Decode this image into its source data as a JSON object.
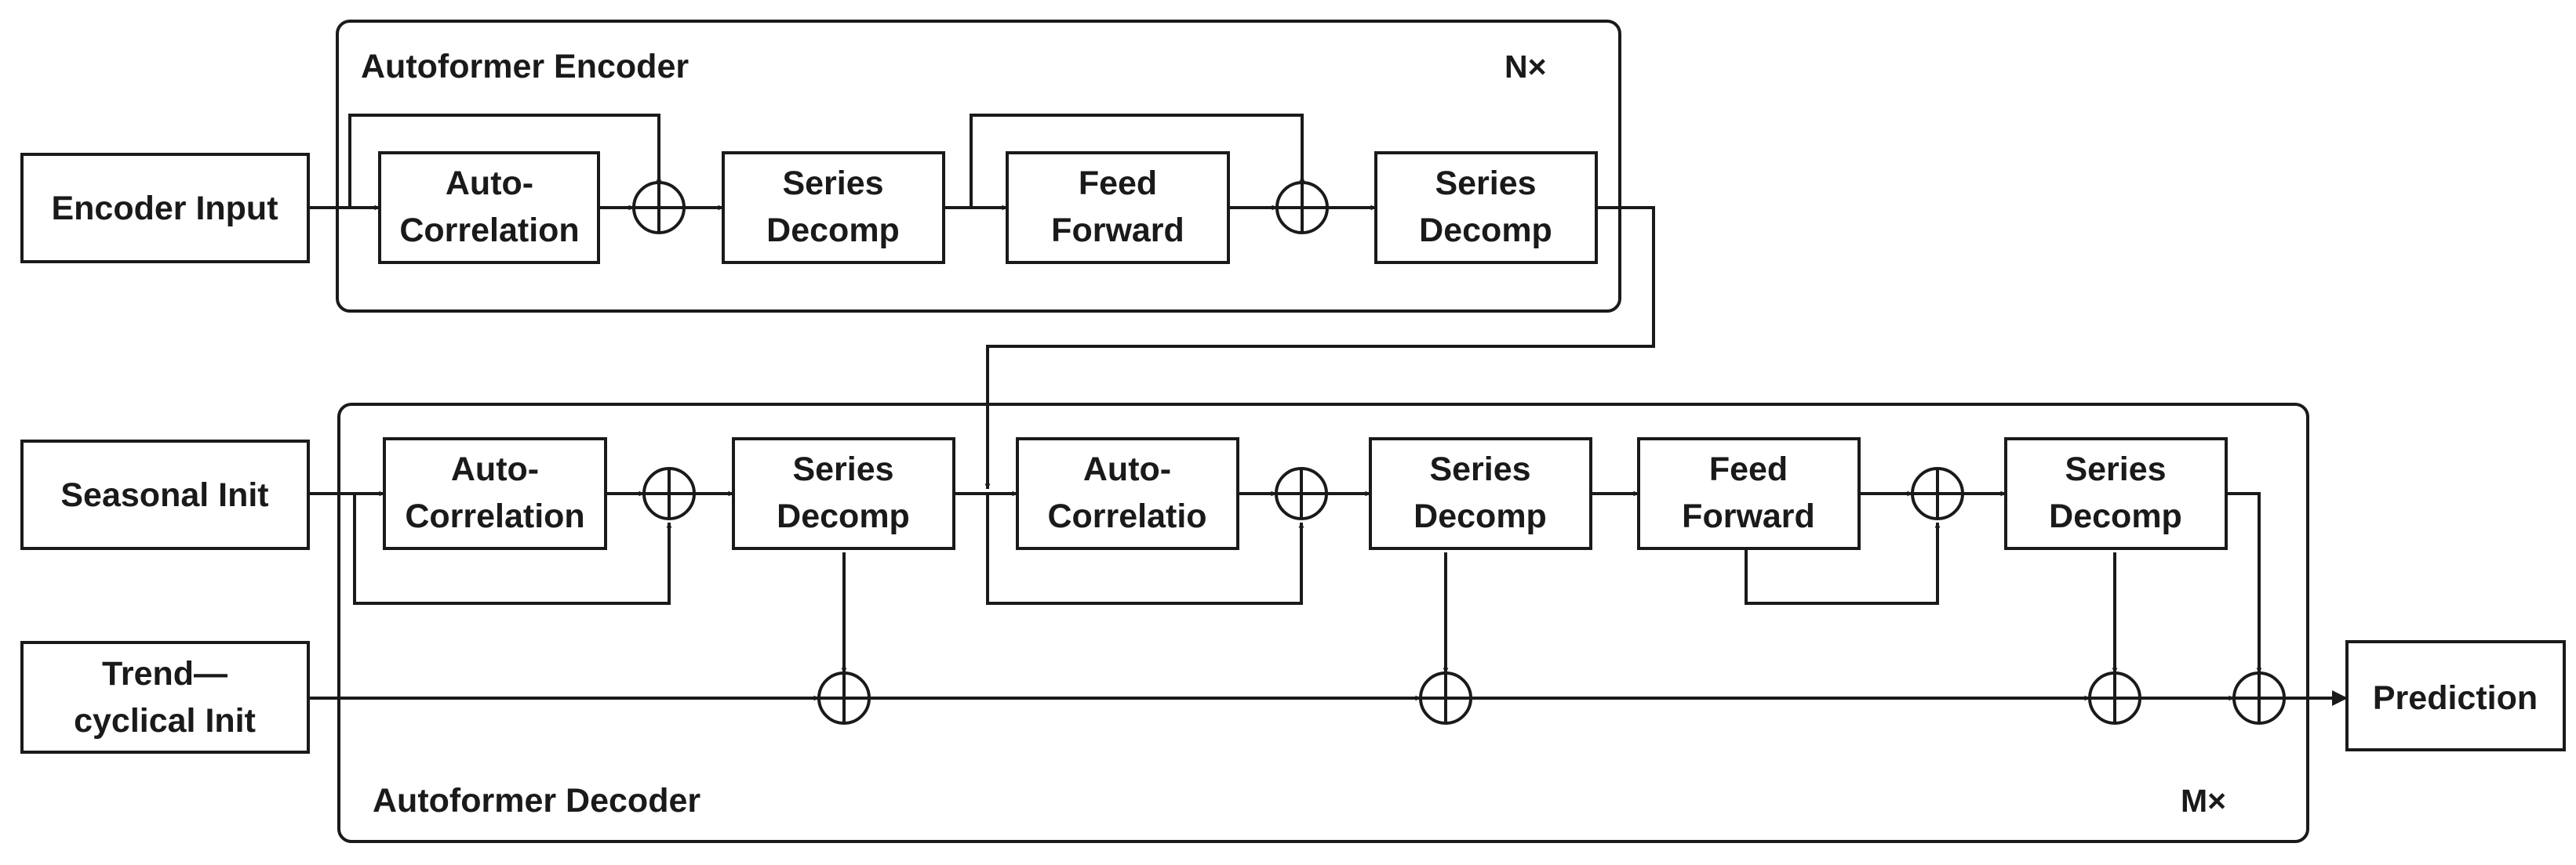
{
  "encoder": {
    "title": "Autoformer Encoder",
    "repeat": "N×",
    "input": "Encoder Input",
    "auto_correlation": [
      "Auto-",
      "Correlation"
    ],
    "series_decomp_1": [
      "Series",
      "Decomp"
    ],
    "feed_forward": [
      "Feed",
      "Forward"
    ],
    "series_decomp_2": [
      "Series",
      "Decomp"
    ]
  },
  "decoder": {
    "title": "Autoformer Decoder",
    "repeat": "M×",
    "seasonal_init": "Seasonal Init",
    "trend_init": [
      "Trend—",
      "cyclical Init"
    ],
    "auto_correlation_1": [
      "Auto-",
      "Correlation"
    ],
    "series_decomp_1": [
      "Series",
      "Decomp"
    ],
    "auto_correlation_2": [
      "Auto-",
      "Correlatio"
    ],
    "series_decomp_2": [
      "Series",
      "Decomp"
    ],
    "feed_forward": [
      "Feed",
      "Forward"
    ],
    "series_decomp_3": [
      "Series",
      "Decomp"
    ]
  },
  "output": "Prediction",
  "icons": {
    "sum": "circled-plus-icon",
    "arrow": "arrowhead-icon"
  }
}
